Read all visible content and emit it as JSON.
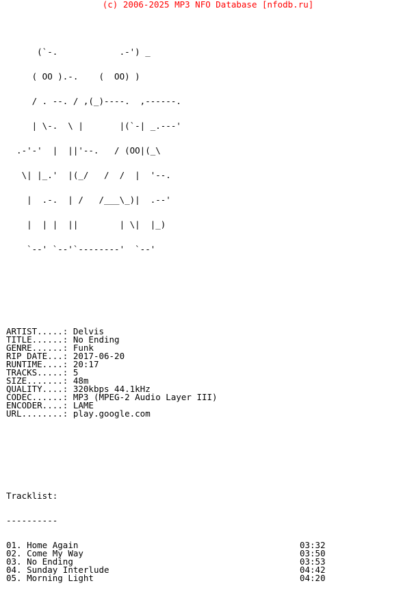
{
  "header": {
    "text": "(c) 2006-2025 MP3 NFO Database [nfodb.ru]",
    "color": "#ff0000"
  },
  "ascii_art": [
    "      (`-.            .-') _",
    "     ( OO ).-.    (  OO) )",
    "     / . --. / ,(_)----.  ,------.",
    "     | \\-.  \\ |       |(`-| _.---'",
    "  .-'-'  |  ||'--.   / (OO|(_\\",
    "   \\| |_.'  |(_/   /  /  |  '--.",
    "    |  .-.  | /   /___\\_)|  .--'",
    "    |  | |  ||        | \\|  |_)",
    "    `--' `--'`--------'  `--'"
  ],
  "info": [
    {
      "label": "ARTIST.....:",
      "value": "Delvis"
    },
    {
      "label": "TITLE......:",
      "value": "No Ending"
    },
    {
      "label": "GENRE......:",
      "value": "Funk"
    },
    {
      "label": "RIP DATE...:",
      "value": "2017-06-20"
    },
    {
      "label": "RUNTIME....:",
      "value": "20:17"
    },
    {
      "label": "TRACKS.....:",
      "value": "5"
    },
    {
      "label": "SIZE.......:",
      "value": "48m"
    },
    {
      "label": "QUALITY....:",
      "value": "320kbps 44.1kHz"
    },
    {
      "label": "CODEC......:",
      "value": "MP3 (MPEG-2 Audio Layer III)"
    },
    {
      "label": "ENCODER....:",
      "value": "LAME"
    },
    {
      "label": "URL........:",
      "value": "play.google.com"
    }
  ],
  "tracklist": {
    "heading": "Tracklist:",
    "rule": "----------",
    "tracks": [
      {
        "num": "01.",
        "title": "Home Again",
        "time": "03:32"
      },
      {
        "num": "02.",
        "title": "Come My Way",
        "time": "03:50"
      },
      {
        "num": "03.",
        "title": "No Ending",
        "time": "03:53"
      },
      {
        "num": "04.",
        "title": "Sunday Interlude",
        "time": "04:42"
      },
      {
        "num": "05.",
        "title": "Morning Light",
        "time": "04:20"
      }
    ]
  }
}
